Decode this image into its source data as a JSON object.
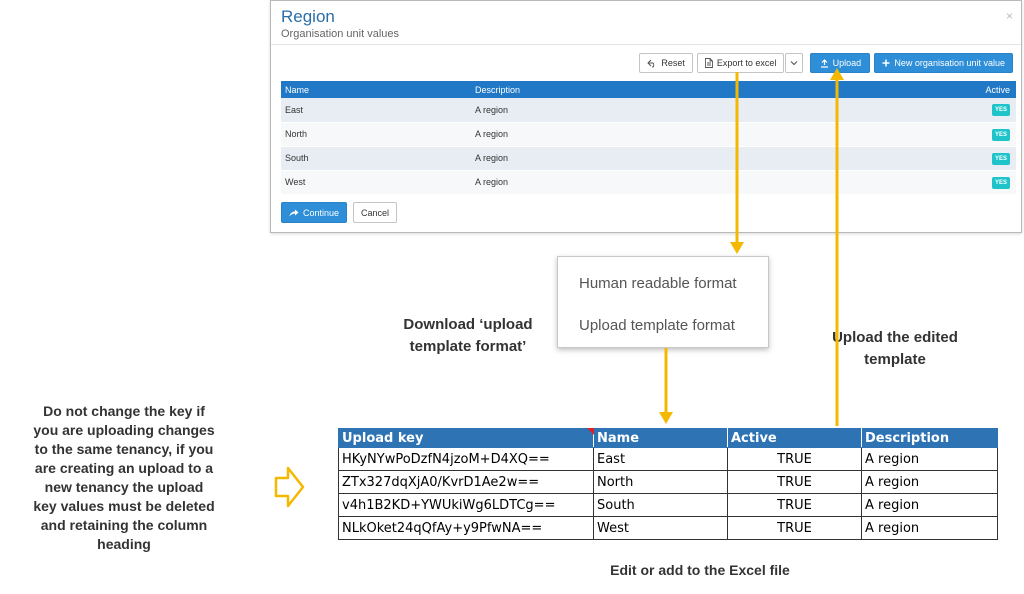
{
  "dialog": {
    "title": "Region",
    "subtitle": "Organisation unit values",
    "close_glyph": "×",
    "toolbar": {
      "reset_label": "Reset",
      "export_label": "Export to excel",
      "upload_label": "Upload",
      "new_label": "New organisation unit value"
    },
    "table": {
      "headers": {
        "name": "Name",
        "description": "Description",
        "active": "Active"
      },
      "rows": [
        {
          "name": "East",
          "description": "A region",
          "active": "YES"
        },
        {
          "name": "North",
          "description": "A region",
          "active": "YES"
        },
        {
          "name": "South",
          "description": "A region",
          "active": "YES"
        },
        {
          "name": "West",
          "description": "A region",
          "active": "YES"
        }
      ]
    },
    "continue_label": "Continue",
    "cancel_label": "Cancel"
  },
  "export_menu": {
    "items": [
      "Human readable format",
      "Upload template format"
    ]
  },
  "annotations": {
    "download_line1": "Download ‘upload",
    "download_line2": "template format’",
    "upload_line1": "Upload the edited",
    "upload_line2": "template",
    "key_lines": [
      "Do not change the key if",
      "you are uploading changes",
      "to the same tenancy, if you",
      "are creating an upload to a",
      "new tenancy the upload",
      "key values must be deleted",
      "and retaining the column",
      "heading"
    ],
    "edit_caption": "Edit or add to the Excel file"
  },
  "excel": {
    "headers": {
      "key": "Upload key",
      "name": "Name",
      "active": "Active",
      "description": "Description"
    },
    "rows": [
      {
        "key": "HKyNYwPoDzfN4jzoM+D4XQ==",
        "name": "East",
        "active": "TRUE",
        "description": "A region"
      },
      {
        "key": "ZTx327dqXjA0/KvrD1Ae2w==",
        "name": "North",
        "active": "TRUE",
        "description": "A region"
      },
      {
        "key": "v4h1B2KD+YWUkiWg6LDTCg==",
        "name": "South",
        "active": "TRUE",
        "description": "A region"
      },
      {
        "key": "NLkOket24qQfAy+y9PfwNA==",
        "name": "West",
        "active": "TRUE",
        "description": "A region"
      }
    ]
  },
  "colors": {
    "arrow": "#f5b800",
    "header_blue": "#2178c6",
    "excel_header": "#2e74b5",
    "primary_button": "#2e8fd8",
    "yes_badge": "#1ec4c9",
    "title_blue": "#2a6ea8"
  },
  "icons": {
    "reset": "undo-icon",
    "export": "document-icon",
    "dropdown": "chevron-down-icon",
    "upload": "upload-icon",
    "new": "plus-icon",
    "continue": "share-arrow-icon",
    "pointer": "hollow-right-arrow-icon"
  }
}
